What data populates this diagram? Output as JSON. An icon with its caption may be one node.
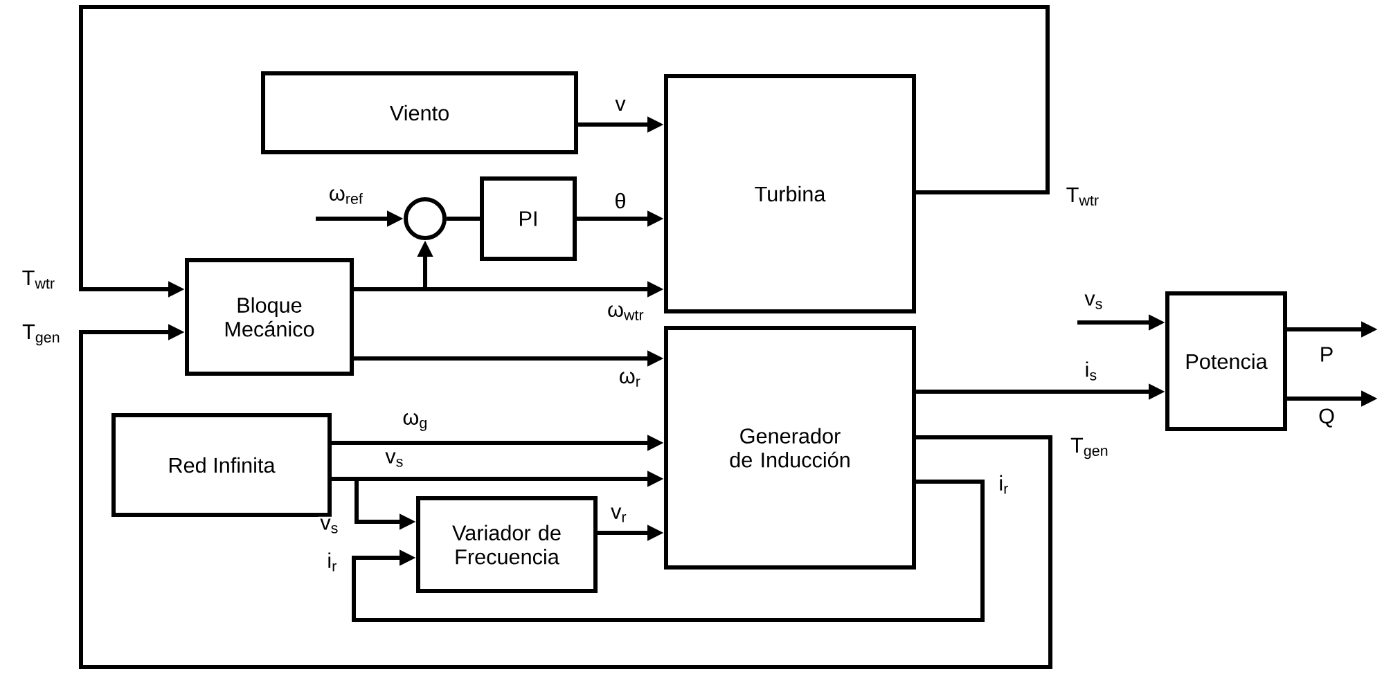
{
  "diagram": {
    "nodes": [
      {
        "text": [
          "Viento"
        ]
      },
      {
        "text": [
          "Turbina"
        ]
      },
      {
        "text": [
          "PI"
        ]
      },
      {
        "text": [],
        "shape": "circle"
      },
      {
        "text": [
          "Bloque Mecánico"
        ]
      },
      {
        "text": [
          "Generador de Inducción"
        ]
      },
      {
        "text": [
          "Red Infinita"
        ]
      },
      {
        "text": [
          "Variador de Frecuencia"
        ]
      },
      {
        "text": [
          "Potencia"
        ]
      }
    ],
    "edges": [
      {
        "from": 0,
        "to": 1,
        "arrow": "to",
        "label": "v"
      },
      {
        "from": 3,
        "to": 2,
        "arrow": "none"
      },
      {
        "from": 2,
        "to": 1,
        "arrow": "to",
        "label": "θ"
      },
      {
        "from": 4,
        "to": 1,
        "arrow": "to",
        "label": "ω$_{wtr}$"
      },
      {
        "from": 4,
        "to": 3,
        "arrow": "to"
      },
      {
        "from": null,
        "to": 3,
        "arrow": "to",
        "label": "ω$_{ref}$"
      },
      {
        "from": 1,
        "to": 4,
        "arrow": "to",
        "label": "T$_{wtr}$"
      },
      {
        "from": 4,
        "to": 5,
        "arrow": "to",
        "label": "ω$_{r}$"
      },
      {
        "from": 5,
        "to": 4,
        "arrow": "to",
        "label": "T$_{gen}$"
      },
      {
        "from": 6,
        "to": 5,
        "arrow": "to",
        "label": "ω$_{g}$"
      },
      {
        "from": 6,
        "to": 5,
        "arrow": "to",
        "label": "v$_{s}$"
      },
      {
        "from": 6,
        "to": 7,
        "arrow": "to",
        "label": "v$_{s}$"
      },
      {
        "from": 7,
        "to": 5,
        "arrow": "to",
        "label": "v$_{r}$"
      },
      {
        "from": 5,
        "to": 7,
        "arrow": "to",
        "label": "i$_{r}$"
      },
      {
        "from": 5,
        "to": 8,
        "arrow": "to",
        "label": "i$_{s}$"
      },
      {
        "from": null,
        "to": 8,
        "arrow": "to",
        "label": "v$_{s}$"
      },
      {
        "from": 8,
        "to": null,
        "arrow": "to",
        "label": "P"
      },
      {
        "from": 8,
        "to": null,
        "arrow": "to",
        "label": "Q"
      }
    ],
    "labels": [
      "T$_{wtr}$",
      "T$_{gen}$",
      "i$_{r}$"
    ]
  }
}
